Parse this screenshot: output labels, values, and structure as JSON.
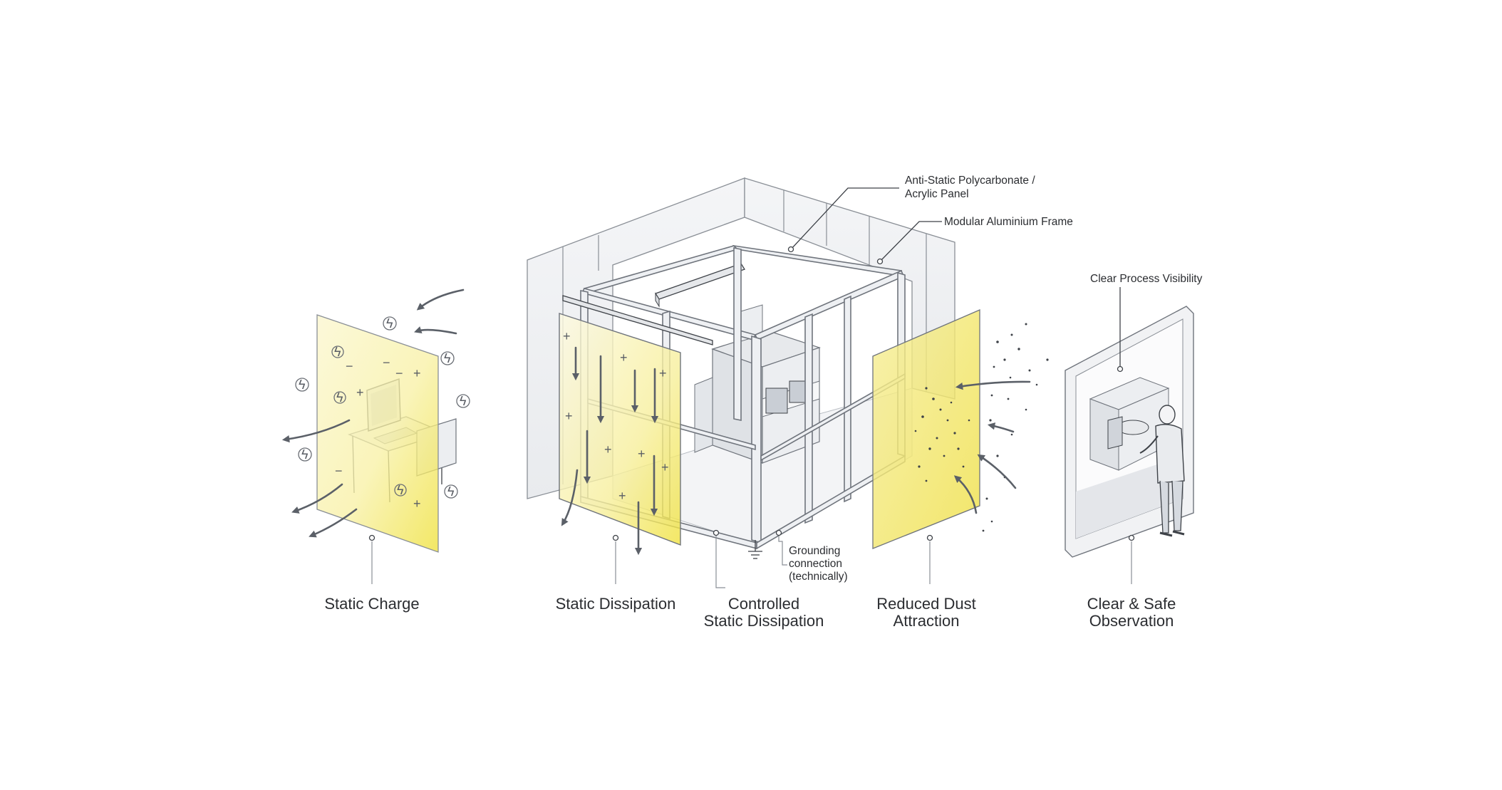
{
  "callouts": {
    "panel": "Anti-Static Polycarbonate /",
    "panel_line2": "Acrylic Panel",
    "frame": "Modular Aluminium Frame",
    "visibility": "Clear Process Visibility",
    "grounding_line1": "Grounding",
    "grounding_line2": "connection",
    "grounding_line3": "(technically)"
  },
  "captions": {
    "static_charge": "Static Charge",
    "static_dissipation": "Static Dissipation",
    "controlled_line1": "Controlled",
    "controlled_line2": "Static Dissipation",
    "dust_line1": "Reduced Dust",
    "dust_line2": "Attraction",
    "observation_line1": "Clear & Safe",
    "observation_line2": "Observation"
  },
  "colors": {
    "panel_yellow": "#f2e84a",
    "panel_pale": "#fbf7cf",
    "frame_grey": "#6f747c",
    "ink": "#2b2d31"
  },
  "icons": {
    "charge": "lightning-bolt-circle-icon",
    "ground": "ground-symbol-icon"
  }
}
